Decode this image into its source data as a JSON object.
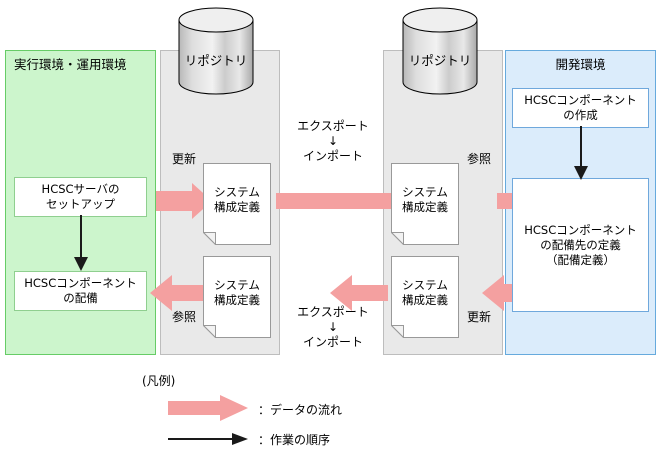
{
  "diagram": {
    "environments": {
      "execution": {
        "title": "実行環境・運用環境",
        "boxes": [
          {
            "label": "HCSCサーバの\nセットアップ"
          },
          {
            "label": "HCSCコンポーネント\nの配備"
          }
        ]
      },
      "development": {
        "title": "開発環境",
        "boxes": [
          {
            "label": "HCSCコンポーネント\nの作成"
          },
          {
            "label": "HCSCコンポーネント\nの配備先の定義\n（配備定義）"
          }
        ]
      }
    },
    "repositories": [
      {
        "cylinder_label": "リポジトリ",
        "documents": [
          {
            "label": "システム\n構成定義"
          },
          {
            "label": "システム\n構成定義"
          }
        ]
      },
      {
        "cylinder_label": "リポジトリ",
        "documents": [
          {
            "label": "システム\n構成定義"
          },
          {
            "label": "システム\n構成定義"
          }
        ]
      }
    ],
    "arrow_labels": {
      "left_top": "更新",
      "left_bottom": "参照",
      "right_top": "参照",
      "right_bottom": "更新",
      "center_top": "エクスポート\n↓\nインポート",
      "center_bottom": "エクスポート\n↓\nインポート"
    },
    "legend": {
      "title": "(凡例)",
      "items": [
        {
          "marker": "thick-pink-arrow-icon",
          "text": "：データの流れ"
        },
        {
          "marker": "thin-black-arrow-icon",
          "text": "：作業の順序"
        }
      ]
    },
    "colors": {
      "execution_fill": "#ccf5cc",
      "execution_border": "#66cc66",
      "development_fill": "#dbecfb",
      "development_border": "#66aadd",
      "repository_fill": "#e9e9e9",
      "repository_border": "#bdbdbd",
      "data_arrow": "#f4a0a0",
      "work_arrow": "#333333"
    }
  }
}
